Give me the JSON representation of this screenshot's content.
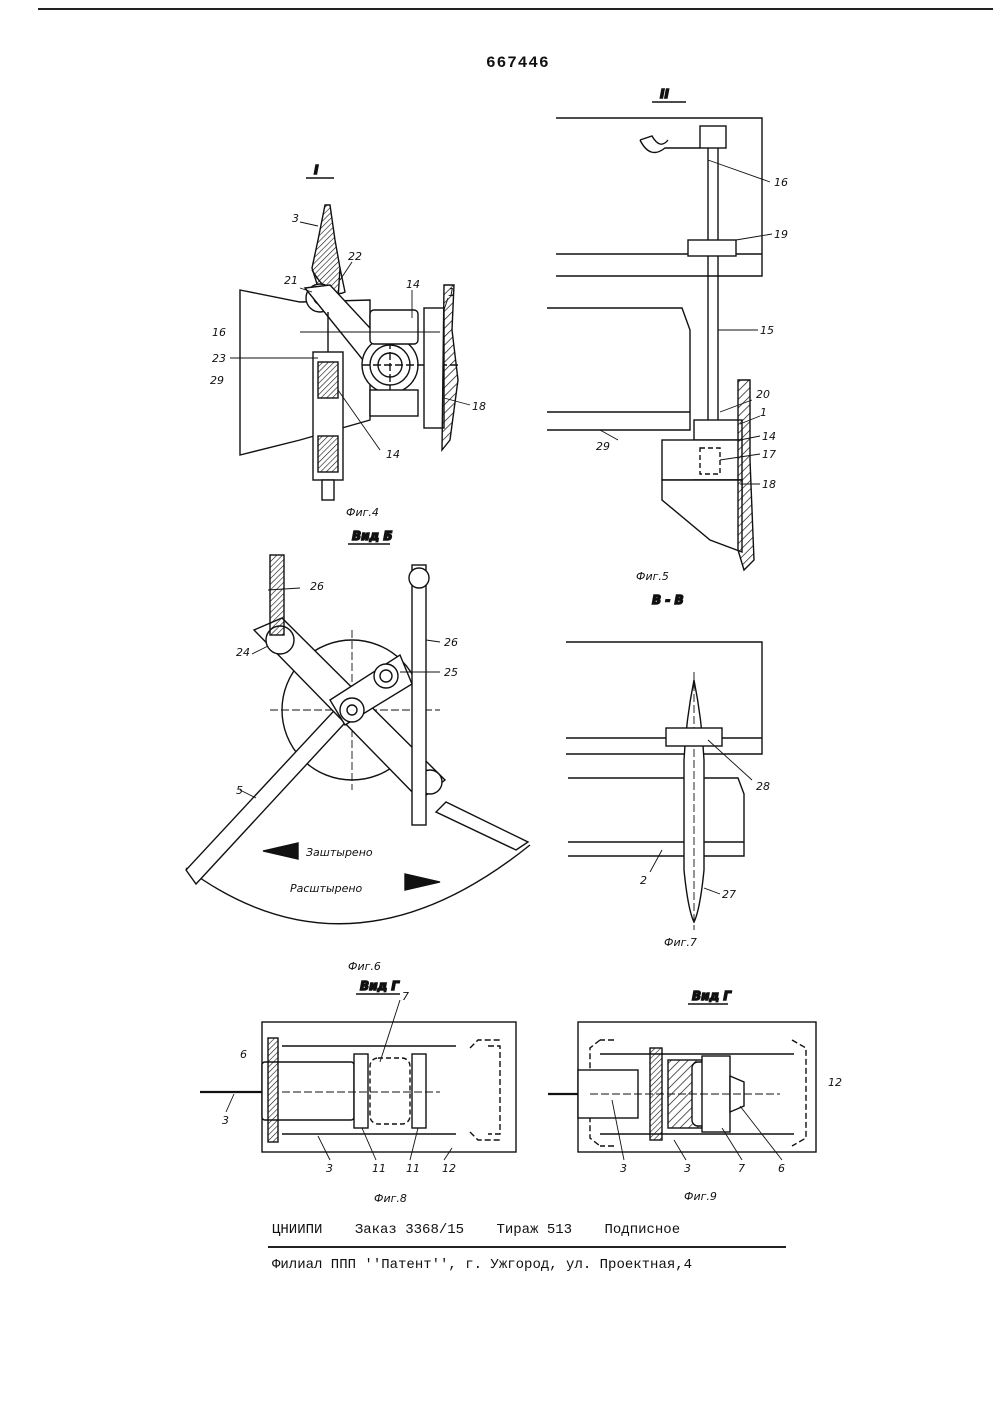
{
  "document": {
    "patent_number": "667446"
  },
  "figures": {
    "section_I": "I",
    "section_II": "II",
    "fig4": {
      "caption": "Фиг.4",
      "labels": {
        "l3": "3",
        "l22": "22",
        "l21": "21",
        "l14a": "14",
        "l1": "1",
        "l16": "16",
        "l23": "23",
        "l29": "29",
        "l18": "18",
        "l14b": "14"
      }
    },
    "fig5": {
      "caption": "Фиг.5",
      "labels": {
        "l16": "16",
        "l19": "19",
        "l15": "15",
        "l20": "20",
        "l1": "1",
        "l14": "14",
        "l17": "17",
        "l18": "18",
        "l29": "29"
      }
    },
    "view_b": "Вид Б",
    "fig6": {
      "caption": "Фиг.6",
      "labels": {
        "l26a": "26",
        "l26b": "26",
        "l24": "24",
        "l25": "25",
        "l5": "5"
      },
      "arrow_locked": "Заштырено",
      "arrow_unlocked": "Расштырено"
    },
    "section_VV": "В - В",
    "fig7": {
      "caption": "Фиг.7",
      "labels": {
        "l28": "28",
        "l2": "2",
        "l27": "27"
      }
    },
    "view_g_left": "Вид Г",
    "view_g_right": "Вид Г",
    "fig8": {
      "caption": "Фиг.8",
      "labels": {
        "l7": "7",
        "l6": "6",
        "l3a": "3",
        "l3b": "3",
        "l11a": "11",
        "l11b": "11",
        "l12": "12"
      }
    },
    "fig9": {
      "caption": "Фиг.9",
      "labels": {
        "l12": "12",
        "l3a": "3",
        "l3b": "3",
        "l7": "7",
        "l6": "6"
      }
    }
  },
  "footer": {
    "org": "ЦНИИПИ",
    "order": "Заказ 3368/15",
    "circulation": "Тираж 513",
    "subscription": "Подписное",
    "address": "Филиал ППП ''Патент'', г. Ужгород, ул. Проектная,4"
  },
  "colors": {
    "ink": "#111111",
    "paper": "#ffffff"
  }
}
